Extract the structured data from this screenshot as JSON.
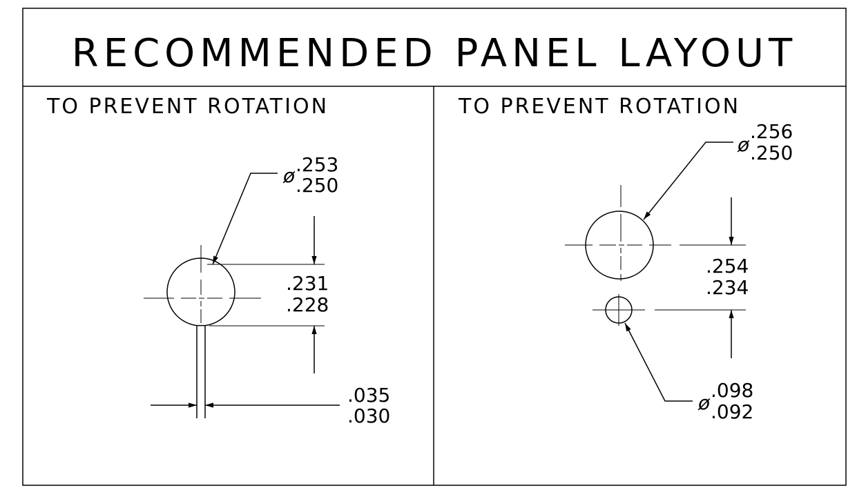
{
  "title": "RECOMMENDED PANEL LAYOUT",
  "colors": {
    "ink": "#000000",
    "paper": "#ffffff"
  },
  "left_panel": {
    "heading": "TO PREVENT ROTATION",
    "hole_diameter": {
      "symbol": "ø",
      "upper": ".253",
      "lower": ".250"
    },
    "depth": {
      "upper": ".231",
      "lower": ".228"
    },
    "slot_width": {
      "upper": ".035",
      "lower": ".030"
    }
  },
  "right_panel": {
    "heading": "TO PREVENT ROTATION",
    "hole_diameter": {
      "symbol": "ø",
      "upper": ".256",
      "lower": ".250"
    },
    "center_distance": {
      "upper": ".254",
      "lower": ".234"
    },
    "pin_hole_diameter": {
      "symbol": "ø",
      "upper": ".098",
      "lower": ".092"
    }
  }
}
